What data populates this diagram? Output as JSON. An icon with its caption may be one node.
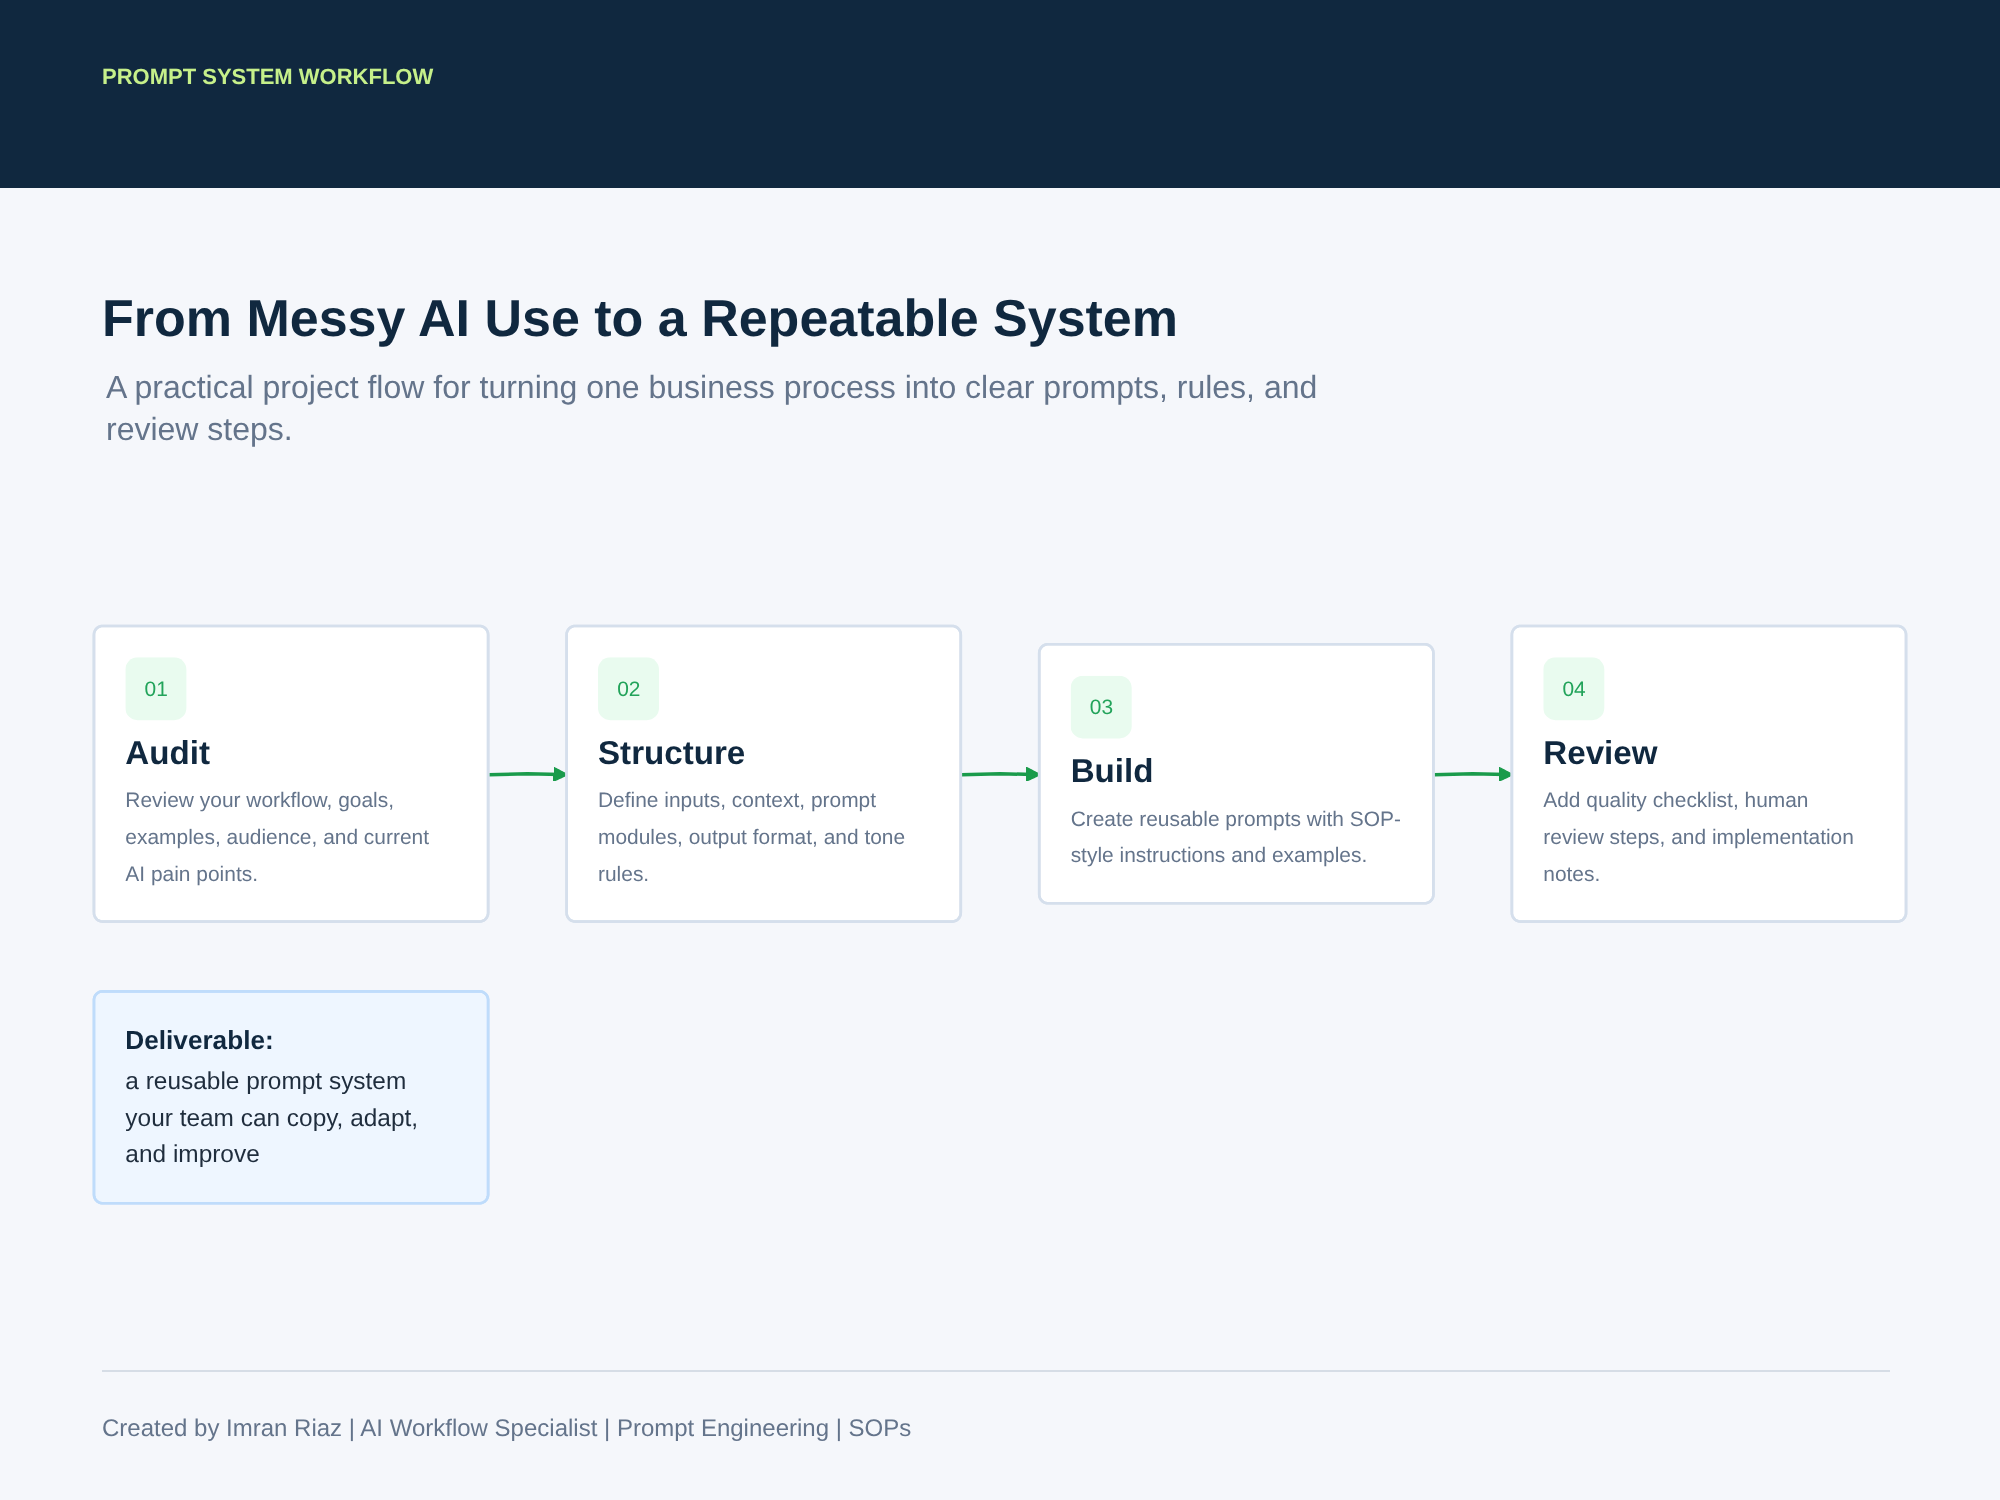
{
  "diagram": {
    "title": "From Messy AI Use to a Repeatable System",
    "nodes": [
      {
        "text": [
          "01",
          "Audit",
          "Review your workflow, goals, examples, audience, and current AI pain points."
        ]
      },
      {
        "text": [
          "02",
          "Structure",
          "Define inputs, context, prompt modules, output format, and tone rules."
        ]
      },
      {
        "text": [
          "03",
          "Build",
          "Create reusable prompts with SOP-style instructions and examples."
        ]
      },
      {
        "text": [
          "04",
          "Review",
          "Add quality checklist, human review steps, and implementation notes."
        ]
      },
      {
        "text": [
          "Deliverable:",
          "a reusable prompt system your team can copy, adapt, and improve"
        ]
      }
    ],
    "edges": [
      {
        "from": 0,
        "to": 1,
        "arrow": "to"
      },
      {
        "from": 1,
        "to": 2,
        "arrow": "to"
      },
      {
        "from": 2,
        "to": 3,
        "arrow": "to"
      }
    ],
    "labels": [
      "PROMPT SYSTEM WORKFLOW",
      "A practical project flow for turning one business process into clear prompts, rules, and review steps.",
      "Created by Imran Riaz | AI Workflow Specialist | Prompt Engineering | SOPs"
    ]
  }
}
